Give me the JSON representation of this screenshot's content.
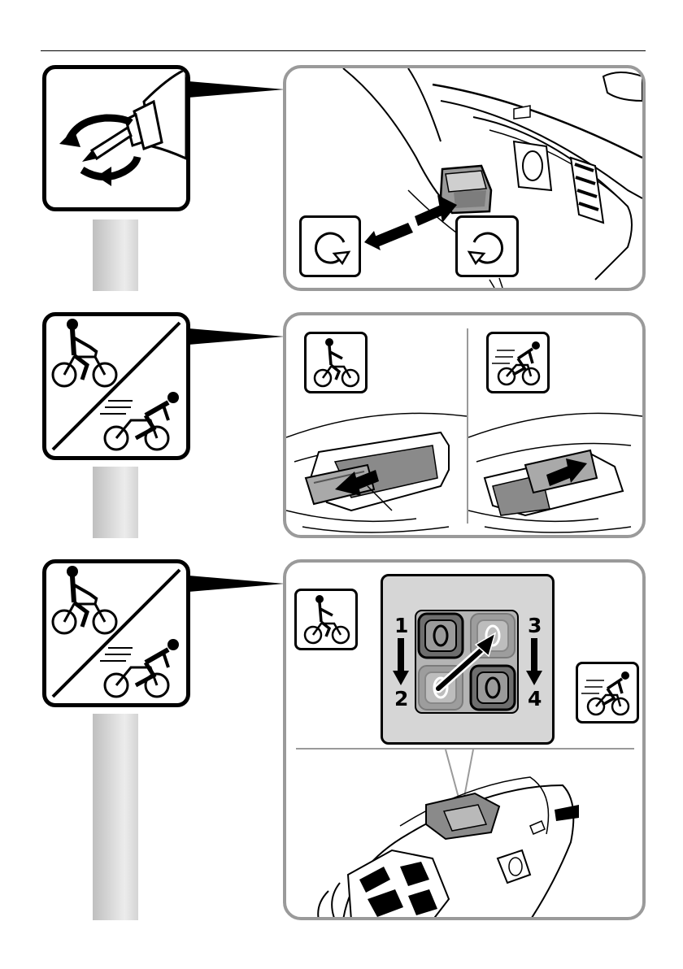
{
  "step3": {
    "sequence": [
      "1",
      "2",
      "3",
      "4"
    ]
  },
  "icons": [
    "drill-bit-rotation-icon",
    "rotate-clockwise-icon",
    "rotate-counterclockwise-icon",
    "slow-cyclist-icon",
    "fast-cyclist-icon",
    "gear-switch-icon"
  ],
  "colors": {
    "panel_border": "#9a9a9a",
    "ink": "#000000",
    "stem_gray": "#cfcfcf",
    "inset_gray": "#d6d6d6"
  }
}
